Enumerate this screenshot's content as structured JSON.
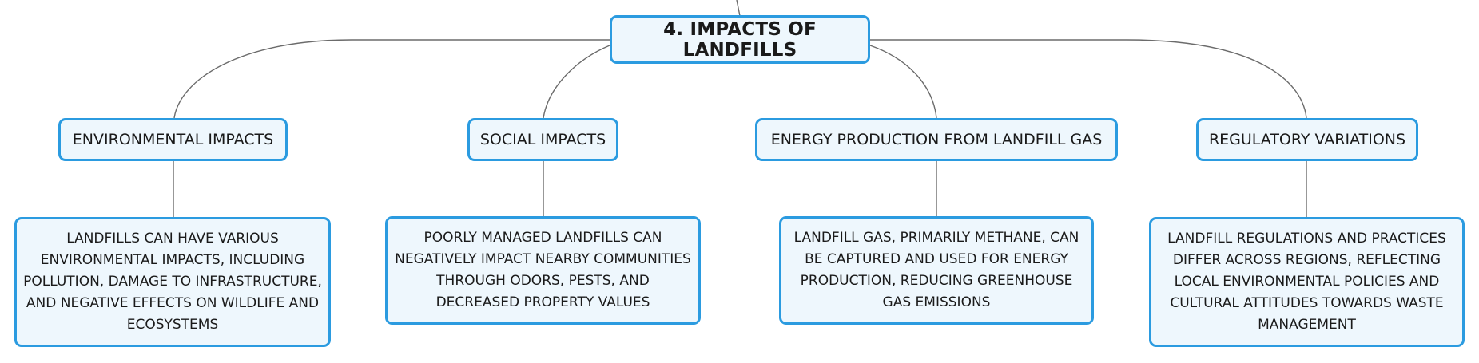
{
  "root": {
    "label": "4. IMPACTS OF LANDFILLS"
  },
  "branches": [
    {
      "title": "ENVIRONMENTAL IMPACTS",
      "detail": "LANDFILLS CAN HAVE VARIOUS ENVIRONMENTAL IMPACTS, INCLUDING POLLUTION, DAMAGE TO INFRASTRUCTURE, AND NEGATIVE EFFECTS ON WILDLIFE AND ECOSYSTEMS"
    },
    {
      "title": "SOCIAL IMPACTS",
      "detail": "POORLY MANAGED LANDFILLS CAN NEGATIVELY IMPACT NEARBY COMMUNITIES THROUGH ODORS, PESTS, AND DECREASED PROPERTY VALUES"
    },
    {
      "title": "ENERGY PRODUCTION FROM LANDFILL GAS",
      "detail": "LANDFILL GAS, PRIMARILY METHANE, CAN BE CAPTURED AND USED FOR ENERGY PRODUCTION, REDUCING GREENHOUSE GAS EMISSIONS"
    },
    {
      "title": "REGULATORY VARIATIONS",
      "detail": "LANDFILL REGULATIONS AND PRACTICES DIFFER ACROSS REGIONS, REFLECTING LOCAL ENVIRONMENTAL POLICIES AND CULTURAL ATTITUDES TOWARDS WASTE MANAGEMENT"
    }
  ],
  "colors": {
    "node_border": "#2b9be0",
    "node_fill": "#eef7fd",
    "connector": "#6b6b6b"
  }
}
